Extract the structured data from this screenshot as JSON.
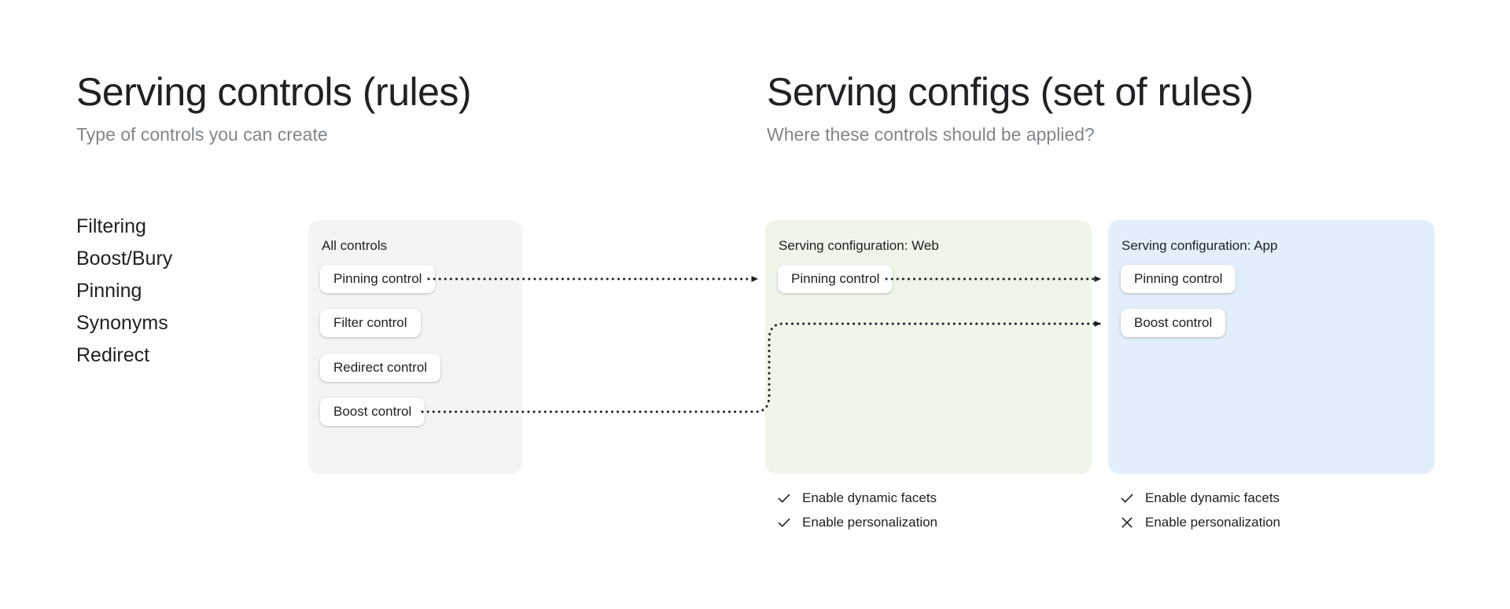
{
  "columns": {
    "left": {
      "title": "Serving controls (rules)",
      "subtitle": "Type of controls you can create"
    },
    "right": {
      "title": "Serving configs (set of rules)",
      "subtitle": "Where these controls should be applied?"
    }
  },
  "control_types": [
    "Filtering",
    "Boost/Bury",
    "Pinning",
    "Synonyms",
    "Redirect"
  ],
  "panels": {
    "all_controls": {
      "title": "All controls",
      "background": "#f4f4f4",
      "chips": [
        "Pinning control",
        "Filter control",
        "Redirect control",
        "Boost control"
      ]
    },
    "web_config": {
      "title": "Serving configuration: Web",
      "background": "#eef5e9",
      "chips": [
        "Pinning control"
      ],
      "options": [
        {
          "label": "Enable dynamic facets",
          "icon": "check-icon",
          "enabled": true
        },
        {
          "label": "Enable personalization",
          "icon": "check-icon",
          "enabled": true
        }
      ]
    },
    "app_config": {
      "title": "Serving configuration: App",
      "background": "#e2effa",
      "chips": [
        "Pinning control",
        "Boost control"
      ],
      "options": [
        {
          "label": "Enable dynamic facets",
          "icon": "check-icon",
          "enabled": true
        },
        {
          "label": "Enable personalization",
          "icon": "close-icon",
          "enabled": false
        }
      ]
    }
  },
  "connectors": [
    {
      "from": "all-controls.pinning-control",
      "to": "web-config.pinning-control",
      "style": "dotted-arrow"
    },
    {
      "from": "web-config.pinning-control",
      "to": "app-config.pinning-control",
      "style": "dotted-arrow"
    },
    {
      "from": "all-controls.boost-control",
      "to": "app-config.boost-control",
      "style": "dotted-arrow-elbow"
    }
  ],
  "colors": {
    "text": "#202124",
    "muted": "#80868b",
    "connector": "#1f1f1f"
  }
}
